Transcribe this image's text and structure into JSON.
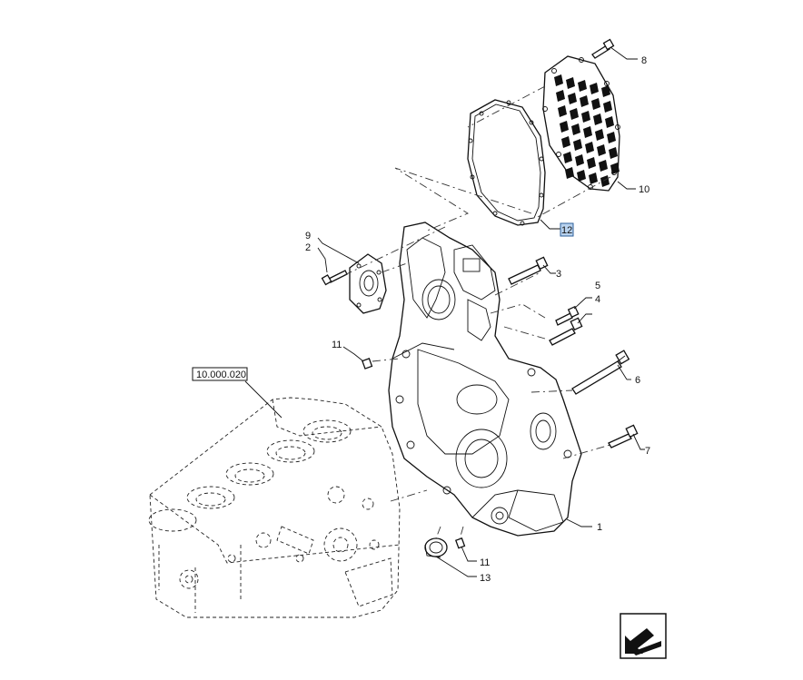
{
  "diagram": {
    "reference_label": "10.000.020",
    "callouts": {
      "c1": "1",
      "c2": "2",
      "c3": "3",
      "c4": "4",
      "c5": "5",
      "c6": "6",
      "c7": "7",
      "c8": "8",
      "c9": "9",
      "c10": "10",
      "c11a": "11",
      "c11b": "11",
      "c12": "12",
      "c13": "13"
    },
    "highlighted_callout": "12",
    "highlight_color": "#b9d3ef",
    "nav_icon": "view-direction-arrow-icon"
  }
}
